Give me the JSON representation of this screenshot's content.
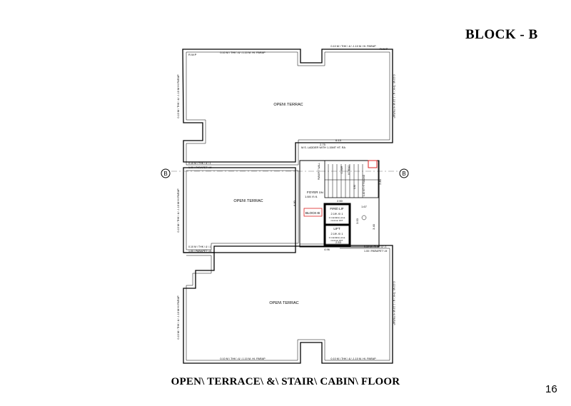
{
  "header": {
    "block_title": "BLOCK - B"
  },
  "footer": {
    "drawing_title": "OPEN\\ TERRACE\\ &\\ STAIR\\ CABIN\\ FLOOR",
    "page_number": "16"
  },
  "plan": {
    "terrace_label": "OPEN\\ TERRAC",
    "parapet_top": "0.10 M \\ THK \\ & \\ 1.10 M. HI. PARAP",
    "parapet_bottom": "0.10 M \\ THK \\ & \\ 1.10 M. HI. PARAP",
    "parapet_side": "0.10 M \\ THK \\ & \\ 1.10 M HI PARAP",
    "parapet_short_line1": "0.10 M \\ THK \\ & \\ 1",
    "parapet_short_line2": "1.00 \\ PARAPET \\ M",
    "rwp": "R.W.P",
    "section_marker": "B",
    "ms_ladder": "M.S. LADDER WITH 1.15MT HT. RA",
    "foyer": "FOYER",
    "foyer_size": "1.84\\ X\\ 6.",
    "foyer_tag": "DN",
    "block_tag": "BLOCK-B",
    "fire_lift": "FIRE\\ LIF",
    "fire_lift_size": "2.19\\ X\\ 1",
    "lift": "LIFT",
    "lift_size": "2.19\\ X\\ 1",
    "lift_note1": "in mandatory area",
    "lift_note2": "common LIFT",
    "dim_top": "6.13",
    "dim_top_small": "2.75",
    "dim_left": "6.80",
    "dim_bottom": "4.96",
    "dim_mid": "2.50",
    "dim_lift": "2.53",
    "dim_right_a": "1.67",
    "dim_right_b": "3.53",
    "dim_right_c": "3.40",
    "dim_right_d": "2.80",
    "stair_label1": "CLEAR",
    "stair_label2": "8 TREAD",
    "stair_label3": "0.30",
    "stair_label4": "1.40 MT HT RAILING",
    "paparet_wall": "PARAPET WALL"
  }
}
